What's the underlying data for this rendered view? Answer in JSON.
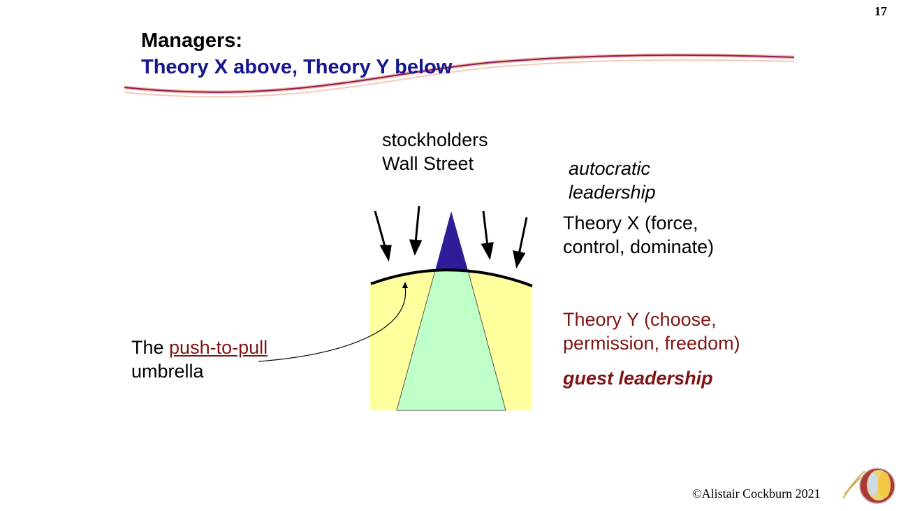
{
  "slide": {
    "page_number": "17",
    "title_line1": "Managers:",
    "title_line2": "Theory X above, Theory Y below",
    "copyright": "©Alistair Cockburn 2021"
  },
  "diagram": {
    "top_label_line1": "stockholders",
    "top_label_line2": "Wall Street",
    "autocratic_line1": "autocratic",
    "autocratic_line2": "leadership",
    "theory_x_line1": "Theory X (force,",
    "theory_x_line2": "control, dominate)",
    "theory_y_line1": "Theory Y (choose,",
    "theory_y_line2": "permission, freedom)",
    "guest": "guest leadership",
    "umbrella_prefix": "The ",
    "umbrella_link": "push-to-pull",
    "umbrella_line2": "umbrella"
  },
  "colors": {
    "title_blue": "#16168f",
    "theory_y_red": "#7f1414",
    "yellow_fill": "#ffff9e",
    "green_fill": "#bfffc8",
    "apex_purple": "#2e1d99"
  }
}
